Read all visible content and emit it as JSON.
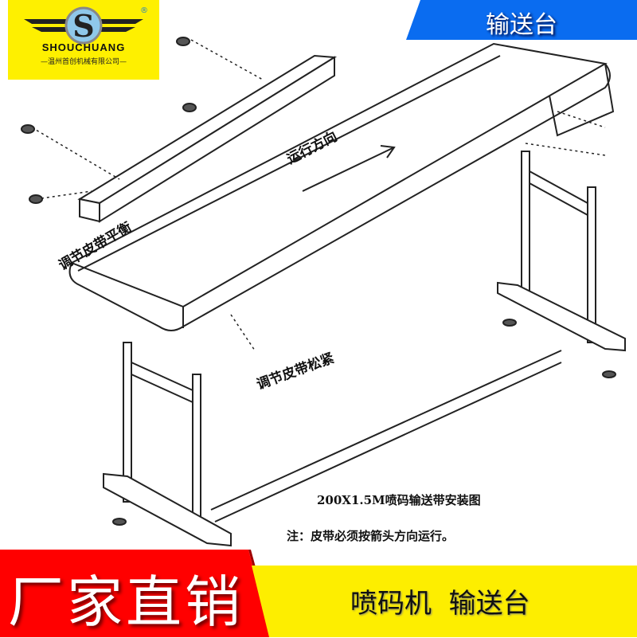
{
  "logo": {
    "brand": "SHOUCHUANG",
    "company": "—温州首创机械有限公司—",
    "registered": "®"
  },
  "top_banner": {
    "title": "输送台"
  },
  "diagram": {
    "direction_label": "运行方向",
    "balance_label": "调节皮带平衡",
    "tension_label": "调节皮带松紧",
    "caption": "200X1.5M喷码输送带安装图",
    "note": "注：皮带必须按箭头方向运行。"
  },
  "bottom_banner": {
    "left_text": "厂家直销",
    "right_text": "喷码机  输送台"
  },
  "colors": {
    "blue": "#0a6cf0",
    "red": "#ff0000",
    "yellow": "#fdee00"
  }
}
